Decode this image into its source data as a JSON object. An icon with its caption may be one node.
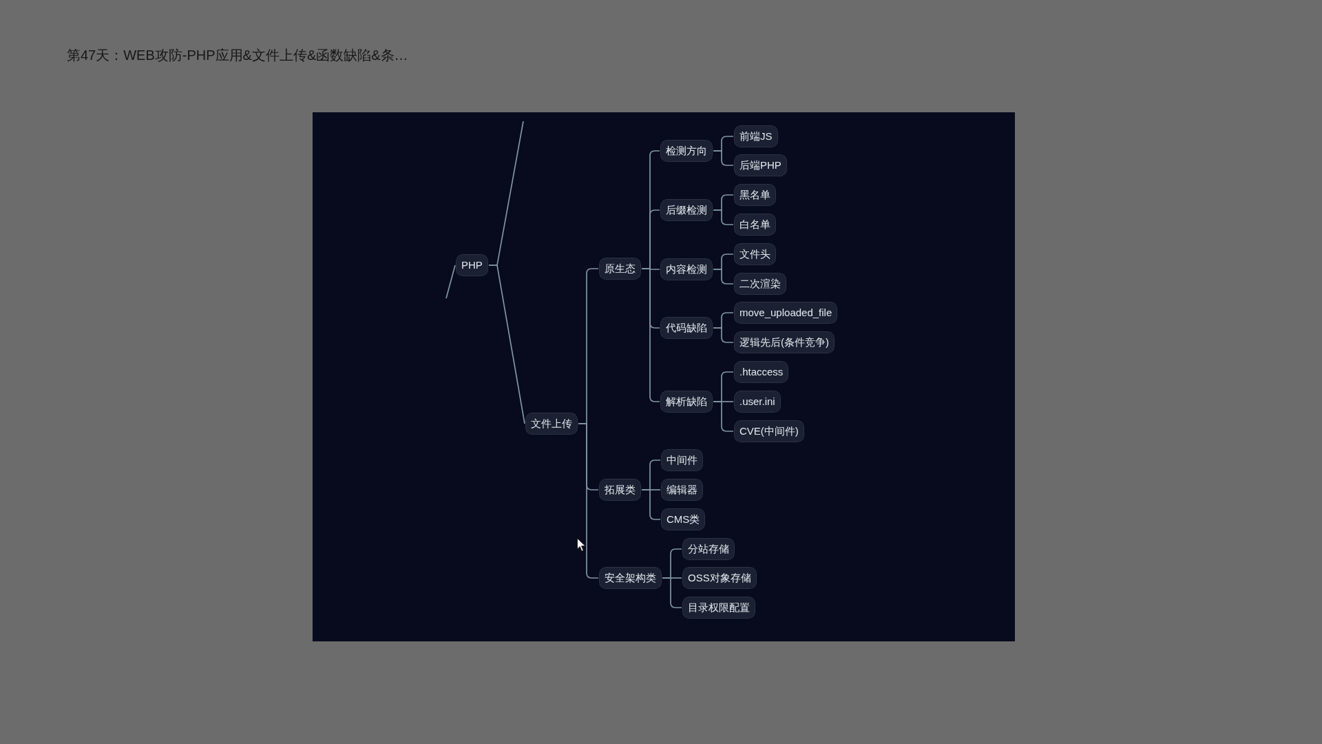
{
  "diagram": {
    "title": "第47天：WEB攻防-PHP应用&文件上传&函数缺陷&条…",
    "nodes": [
      {
        "text": [
          "PHP"
        ]
      },
      {
        "text": [
          "文件上传"
        ]
      },
      {
        "text": [
          "原生态"
        ]
      },
      {
        "text": [
          "检测方向"
        ]
      },
      {
        "text": [
          "前端JS"
        ]
      },
      {
        "text": [
          "后端PHP"
        ]
      },
      {
        "text": [
          "后缀检测"
        ]
      },
      {
        "text": [
          "黑名单"
        ]
      },
      {
        "text": [
          "白名单"
        ]
      },
      {
        "text": [
          "内容检测"
        ]
      },
      {
        "text": [
          "文件头"
        ]
      },
      {
        "text": [
          "二次渲染"
        ]
      },
      {
        "text": [
          "代码缺陷"
        ]
      },
      {
        "text": [
          "move_uploaded_file"
        ]
      },
      {
        "text": [
          "逻辑先后(条件竞争)"
        ]
      },
      {
        "text": [
          "解析缺陷"
        ]
      },
      {
        "text": [
          ".htaccess"
        ]
      },
      {
        "text": [
          ".user.ini"
        ]
      },
      {
        "text": [
          "CVE(中间件)"
        ]
      },
      {
        "text": [
          "拓展类"
        ]
      },
      {
        "text": [
          "中间件"
        ]
      },
      {
        "text": [
          "编辑器"
        ]
      },
      {
        "text": [
          "CMS类"
        ]
      },
      {
        "text": [
          "安全架构类"
        ]
      },
      {
        "text": [
          "分站存储"
        ]
      },
      {
        "text": [
          "OSS对象存储"
        ]
      },
      {
        "text": [
          "目录权限配置"
        ]
      }
    ],
    "edges": [
      {
        "from": null,
        "to": 0,
        "arrow": "none"
      },
      {
        "from": 0,
        "to": null,
        "arrow": "none"
      },
      {
        "from": 0,
        "to": 1,
        "arrow": "none"
      },
      {
        "from": 1,
        "to": 2,
        "arrow": "none"
      },
      {
        "from": 1,
        "to": 19,
        "arrow": "none"
      },
      {
        "from": 1,
        "to": 23,
        "arrow": "none"
      },
      {
        "from": 2,
        "to": 3,
        "arrow": "none"
      },
      {
        "from": 2,
        "to": 6,
        "arrow": "none"
      },
      {
        "from": 2,
        "to": 9,
        "arrow": "none"
      },
      {
        "from": 2,
        "to": 12,
        "arrow": "none"
      },
      {
        "from": 2,
        "to": 15,
        "arrow": "none"
      },
      {
        "from": 3,
        "to": 4,
        "arrow": "none"
      },
      {
        "from": 3,
        "to": 5,
        "arrow": "none"
      },
      {
        "from": 6,
        "to": 7,
        "arrow": "none"
      },
      {
        "from": 6,
        "to": 8,
        "arrow": "none"
      },
      {
        "from": 9,
        "to": 10,
        "arrow": "none"
      },
      {
        "from": 9,
        "to": 11,
        "arrow": "none"
      },
      {
        "from": 12,
        "to": 13,
        "arrow": "none"
      },
      {
        "from": 12,
        "to": 14,
        "arrow": "none"
      },
      {
        "from": 15,
        "to": 16,
        "arrow": "none"
      },
      {
        "from": 15,
        "to": 17,
        "arrow": "none"
      },
      {
        "from": 15,
        "to": 18,
        "arrow": "none"
      },
      {
        "from": 19,
        "to": 20,
        "arrow": "none"
      },
      {
        "from": 19,
        "to": 21,
        "arrow": "none"
      },
      {
        "from": 19,
        "to": 22,
        "arrow": "none"
      },
      {
        "from": 23,
        "to": 24,
        "arrow": "none"
      },
      {
        "from": 23,
        "to": 25,
        "arrow": "none"
      },
      {
        "from": 23,
        "to": 26,
        "arrow": "none"
      }
    ]
  }
}
